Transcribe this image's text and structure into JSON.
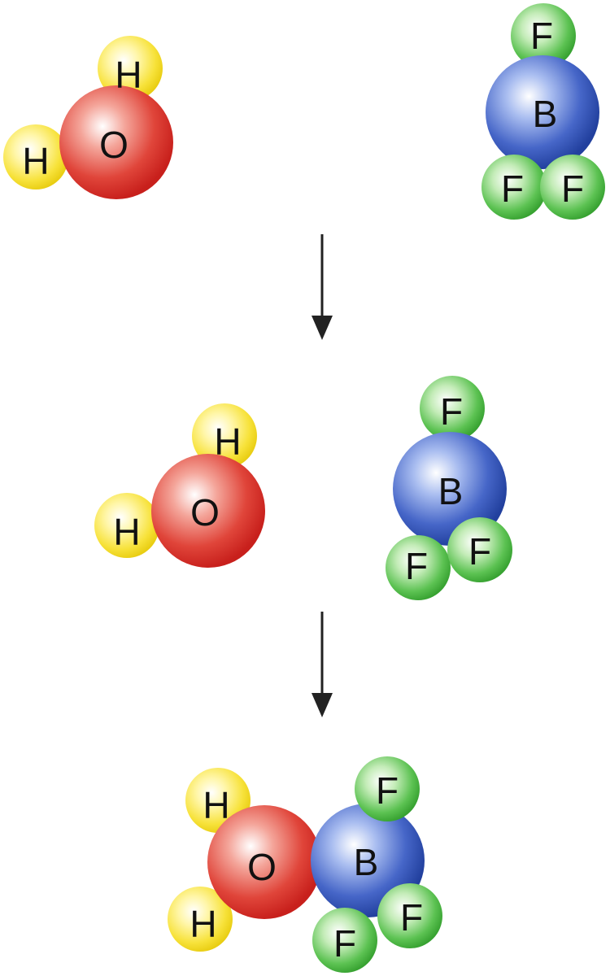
{
  "stages": [
    {
      "water": {
        "oxygen": "O",
        "hydrogen_1": "H",
        "hydrogen_2": "H"
      },
      "bf3": {
        "boron": "B",
        "fluorine_1": "F",
        "fluorine_2": "F",
        "fluorine_3": "F"
      }
    },
    {
      "water": {
        "oxygen": "O",
        "hydrogen_1": "H",
        "hydrogen_2": "H"
      },
      "bf3": {
        "boron": "B",
        "fluorine_1": "F",
        "fluorine_2": "F",
        "fluorine_3": "F"
      }
    },
    {
      "water": {
        "oxygen": "O",
        "hydrogen_1": "H",
        "hydrogen_2": "H"
      },
      "bf3": {
        "boron": "B",
        "fluorine_1": "F",
        "fluorine_2": "F",
        "fluorine_3": "F"
      }
    }
  ],
  "colors": {
    "oxygen": "#d42a24",
    "hydrogen": "#f2dc1c",
    "boron": "#2e4fb0",
    "fluorine": "#3fae3a",
    "arrow": "#222222"
  }
}
